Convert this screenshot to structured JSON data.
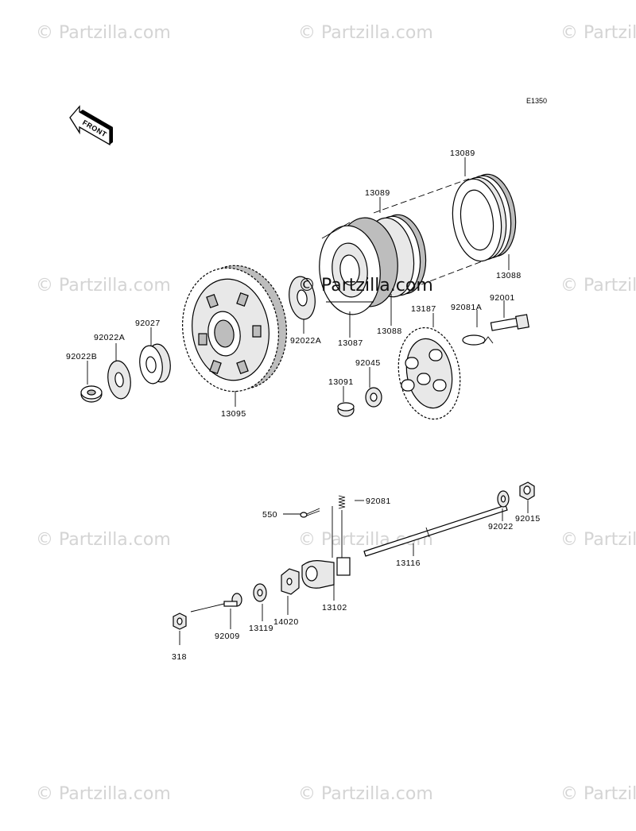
{
  "diagram_code": "E1350",
  "front_label": "FRONT",
  "watermark_text": "© Partzilla.com",
  "parts": {
    "p13089_a": "13089",
    "p13089_b": "13089",
    "p13088_a": "13088",
    "p13088_b": "13088",
    "p92001": "92001",
    "p92081A": "92081A",
    "p13187": "13187",
    "p13087": "13087",
    "p92022A_a": "92022A",
    "p92045": "92045",
    "p13091": "13091",
    "p92027": "92027",
    "p92022A_b": "92022A",
    "p92022B": "92022B",
    "p13095": "13095",
    "p92081": "92081",
    "p550": "550",
    "p92015": "92015",
    "p92022": "92022",
    "p13116": "13116",
    "p13102": "13102",
    "p14020": "14020",
    "p13119": "13119",
    "p92009": "92009",
    "p318": "318"
  },
  "colors": {
    "line": "#000000",
    "watermark": "#d4d4d4",
    "background": "#ffffff"
  }
}
